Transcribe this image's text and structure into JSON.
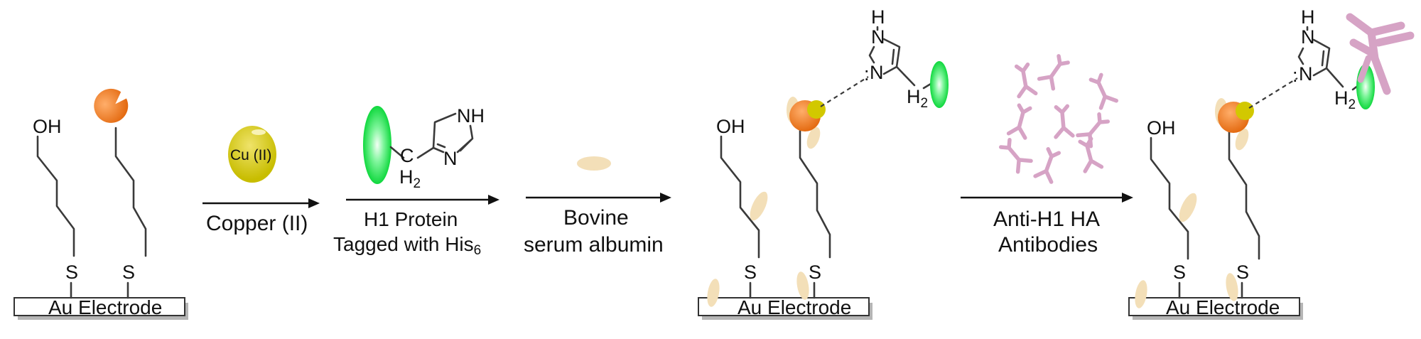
{
  "steps": [
    {
      "label": "Copper (II)"
    },
    {
      "label_line1": "H1 Protein",
      "label_line2": "Tagged with His",
      "label_line2_sub": "6"
    },
    {
      "label_line1": "Bovine",
      "label_line2": "serum albumin"
    },
    {
      "label_line1": "Anti-H1 HA",
      "label_line2": "Antibodies"
    }
  ],
  "copper_ball": {
    "label": "Cu (II)"
  },
  "electrode_label": "Au Electrode",
  "atoms": {
    "OH": "OH",
    "S": "S",
    "N": "N",
    "NH": "NH",
    "H": "H",
    "C": "C",
    "H2": "H",
    "H2_sub": "2",
    "lone_pair": ":"
  },
  "colors": {
    "gold_ball": "#d2c800",
    "chelator": "#ee7a1e",
    "protein_green": "#22e04a",
    "bsa": "#f3dfb8",
    "antibody": "#d6a3c5",
    "electrode_shadow": "#b5b5b5"
  }
}
